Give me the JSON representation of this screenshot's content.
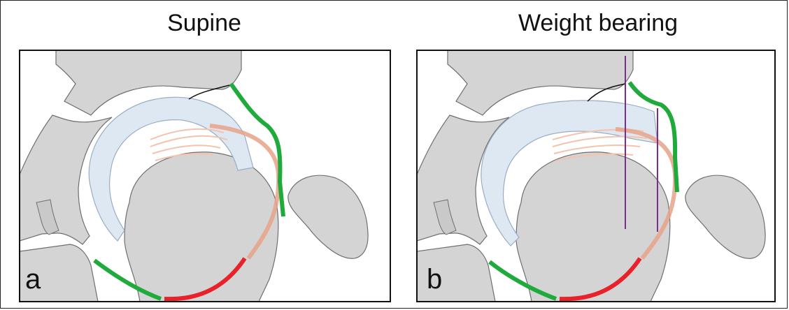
{
  "panels": [
    {
      "title": "Supine",
      "letter": "a"
    },
    {
      "title": "Weight bearing",
      "letter": "b"
    }
  ],
  "colors": {
    "bone": "#d4d4d4",
    "bone_stroke": "#6f6f6f",
    "labrum": "#dde8f3",
    "capsule_green": "#1faa3c",
    "capsule_red": "#e8212a",
    "capsule_peach": "#e7a287",
    "ligament_pink": "#f3c3ad",
    "measure_line": "#7a2d8c"
  }
}
